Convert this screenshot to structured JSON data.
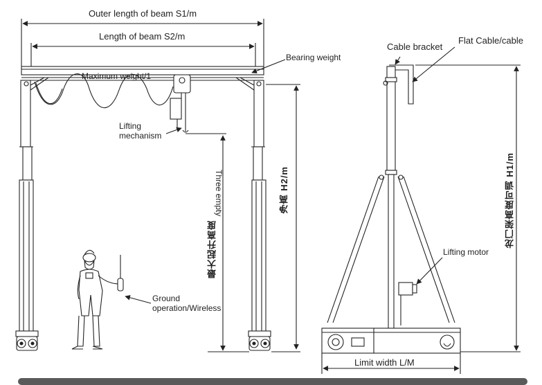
{
  "labels": {
    "outer_length": "Outer length of beam S1/m",
    "beam_length": "Length of beam S2/m",
    "bearing_weight": "Bearing weight",
    "max_weight": "Maximum weight/1",
    "lifting_mechanism": "Lifting mechanism",
    "three_empty": "Three empty",
    "max_lift_height_cn": "最大起升高度",
    "clear_height_cn": "净高 H2/m",
    "ground_operation": "Ground operation/Wireless",
    "cable_bracket": "Cable bracket",
    "flat_cable": "Flat Cable/cable",
    "lifting_motor": "Lifting motor",
    "gantry_height_cn": "龙门架高度可调 H1/m",
    "limit_width": "Limit width L/M"
  }
}
